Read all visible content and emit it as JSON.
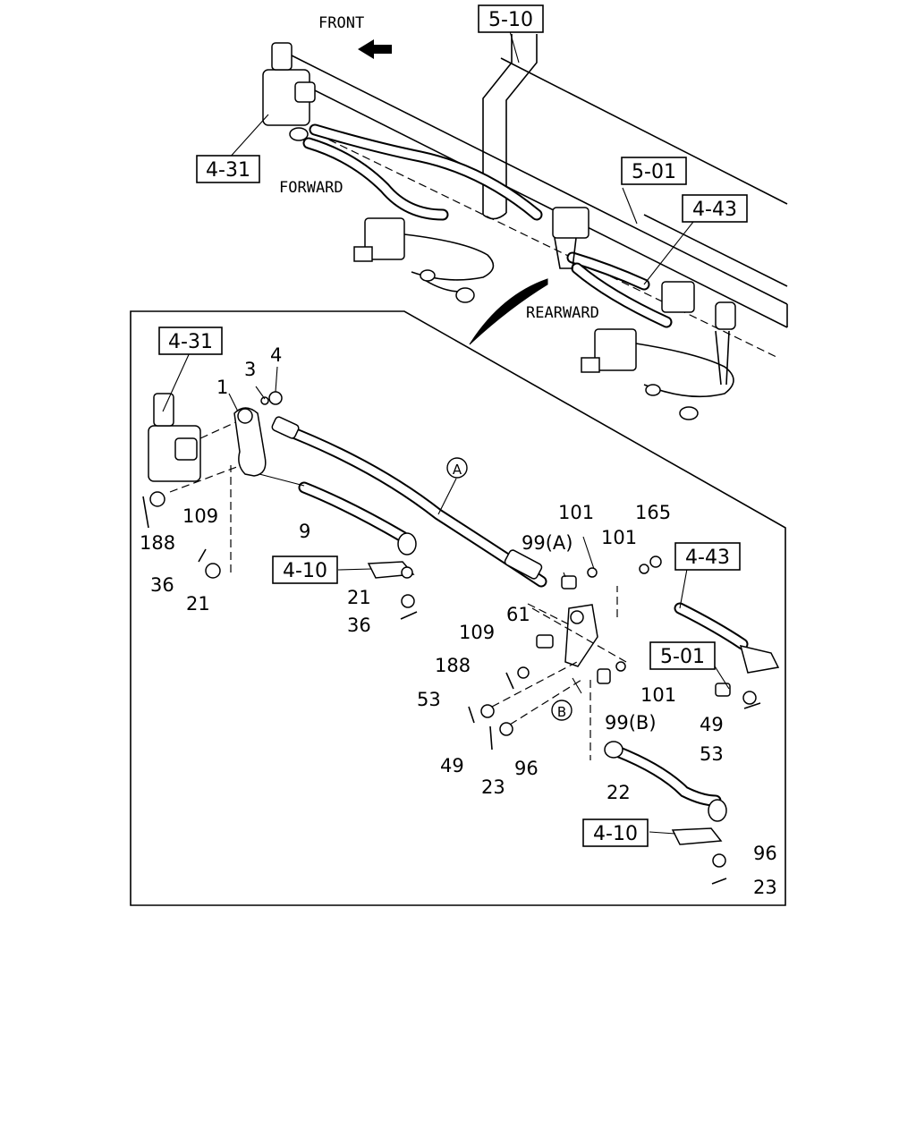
{
  "directions": {
    "front": "FRONT",
    "forward": "FORWARD",
    "rearward": "REARWARD"
  },
  "section_refs": {
    "top_5_10": "5-10",
    "top_4_31": "4-31",
    "top_5_01": "5-01",
    "top_4_43": "4-43",
    "detail_4_31": "4-31",
    "detail_4_10_upper": "4-10",
    "detail_4_43": "4-43",
    "detail_5_01": "5-01",
    "detail_4_10_lower": "4-10"
  },
  "callouts": {
    "a": "A",
    "b": "B"
  },
  "part_numbers": {
    "p1": "1",
    "p3": "3",
    "p4": "4",
    "p109_left": "109",
    "p188_left": "188",
    "p9": "9",
    "p36_left": "36",
    "p21_left": "21",
    "p21_mid": "21",
    "p36_mid": "36",
    "p101_top": "101",
    "p165": "165",
    "p99a": "99(A)",
    "p101_mid": "101",
    "p61": "61",
    "p109_mid": "109",
    "p188_mid": "188",
    "p53_left": "53",
    "p49_left": "49",
    "p23_mid": "23",
    "p96_mid": "96",
    "p99b": "99(B)",
    "p101_low": "101",
    "p49_right": "49",
    "p53_right": "53",
    "p22": "22",
    "p96_low": "96",
    "p23_low": "23"
  }
}
